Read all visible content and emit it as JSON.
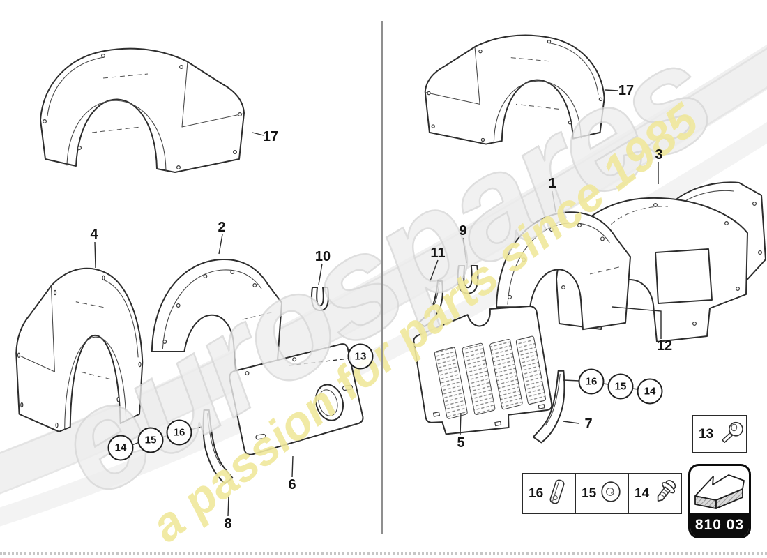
{
  "watermark": {
    "brand": "eurospares",
    "tagline": "a passion for parts since 1985",
    "brand_color": "#eeeeee",
    "brand_stroke_color": "#d7d7d7",
    "tagline_color": "#f0e89c"
  },
  "callouts": {
    "left": {
      "p17": "17",
      "p4": "4",
      "p2": "2",
      "p10": "10",
      "p6": "6",
      "p8": "8",
      "c13": "13",
      "c14": "14",
      "c15": "15",
      "c16": "16"
    },
    "right": {
      "p17": "17",
      "p3": "3",
      "p1": "1",
      "p12": "12",
      "p11": "11",
      "p9": "9",
      "p5": "5",
      "p7": "7",
      "c14": "14",
      "c15": "15",
      "c16": "16"
    }
  },
  "legend": {
    "box13_number": "13",
    "fasteners": [
      {
        "number": "16",
        "icon": "clip-icon"
      },
      {
        "number": "15",
        "icon": "washer-icon"
      },
      {
        "number": "14",
        "icon": "screw-icon"
      }
    ],
    "part_group_code": "810 03"
  }
}
